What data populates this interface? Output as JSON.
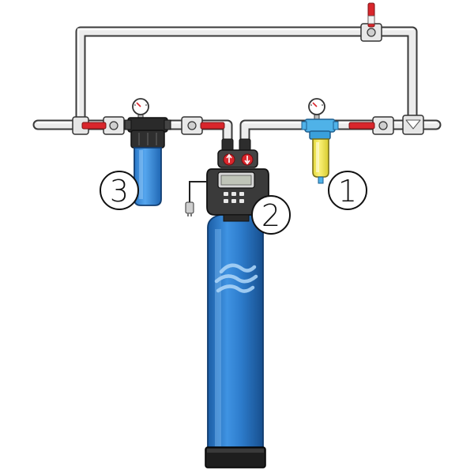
{
  "callouts": [
    {
      "label": "1",
      "component": "sediment-prefilter"
    },
    {
      "label": "2",
      "component": "softener-control-valve"
    },
    {
      "label": "3",
      "component": "post-filter-housing"
    }
  ],
  "colors": {
    "pipe": "#eaeaea",
    "pipe_outline": "#333333",
    "valve_handle": "#d9262c",
    "tank_blue": "#2f7fd0",
    "tank_dark_blue": "#1d5fa8",
    "filter_blue": "#3d8fe3",
    "prefilter_yellow": "#f4ea55",
    "prefilter_cap": "#4fb2e8",
    "controller_dark": "#3a3a3a",
    "base_black": "#1e1e1e"
  },
  "icons": [
    "pressure-gauge-icon",
    "ball-valve-icon",
    "wave-logo-icon",
    "flow-arrow-icon"
  ]
}
